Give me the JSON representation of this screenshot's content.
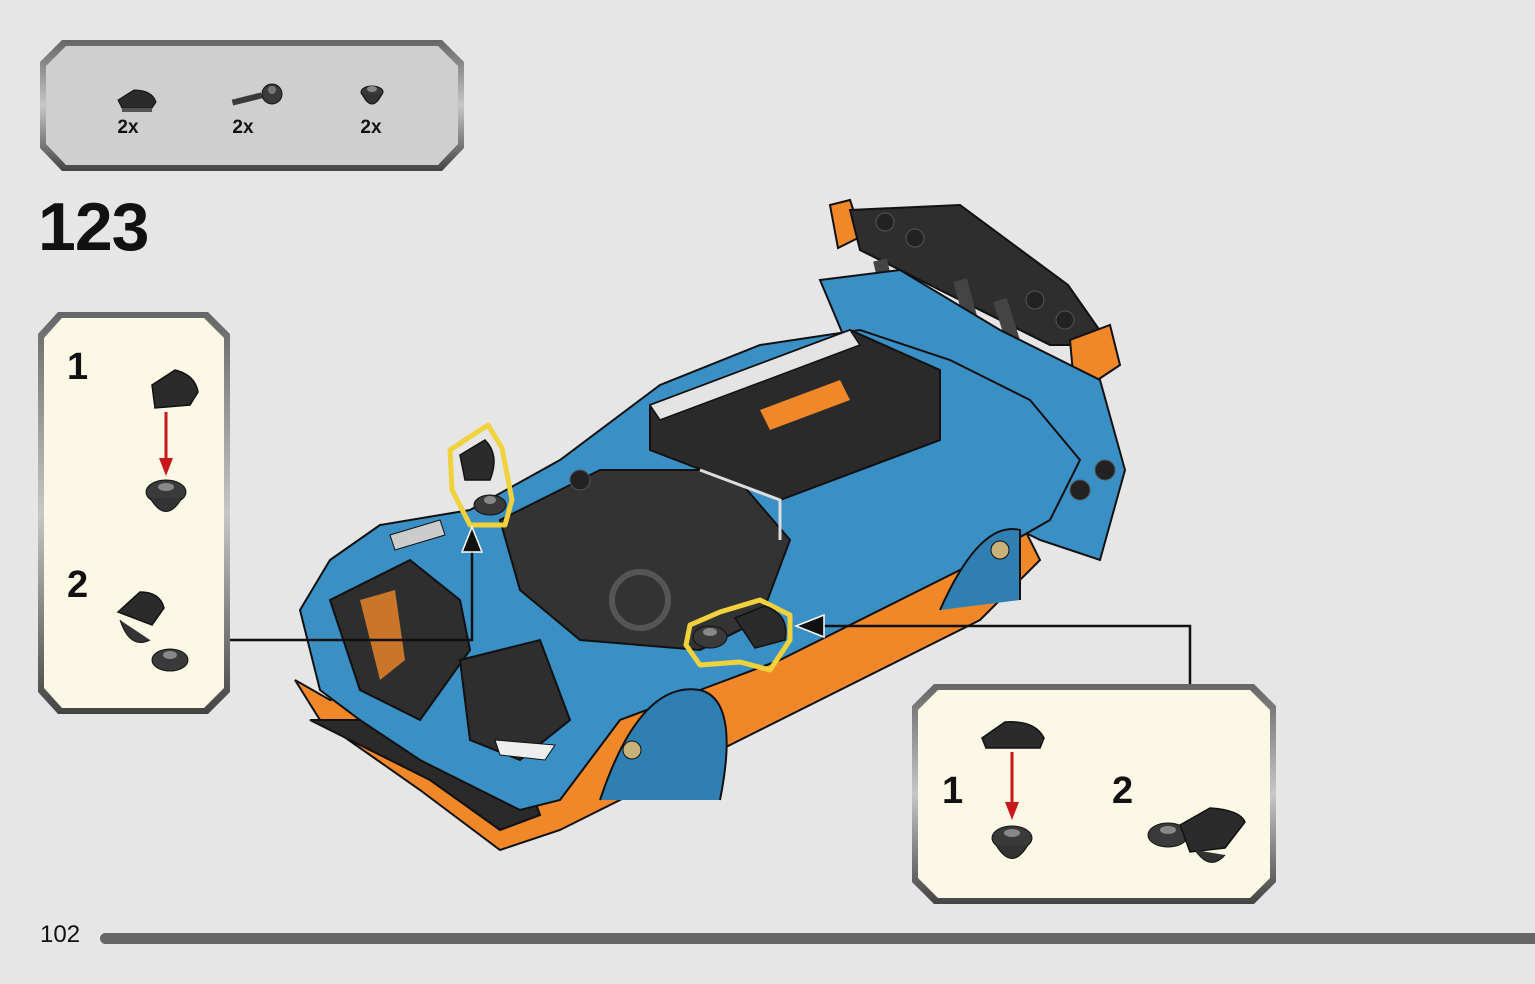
{
  "parts_list": {
    "items": [
      {
        "icon": "curved-slope-tile-icon",
        "qty": "2x"
      },
      {
        "icon": "bar-with-clip-piece-icon",
        "qty": "2x"
      },
      {
        "icon": "round-plate-with-clip-icon",
        "qty": "2x"
      }
    ]
  },
  "step": {
    "number": "123"
  },
  "callout_left": {
    "sub_steps": [
      "1",
      "2"
    ]
  },
  "callout_right": {
    "sub_steps": [
      "1",
      "2"
    ]
  },
  "page": {
    "number": "102"
  },
  "colors": {
    "background": "#e6e6e6",
    "callout_fill": "#fbf9e6",
    "parts_fill": "#cfcfcf",
    "car_blue": "#3a8fc4",
    "car_orange": "#f0882a",
    "highlight": "#f1d23c",
    "arrow_red": "#c8171c"
  }
}
